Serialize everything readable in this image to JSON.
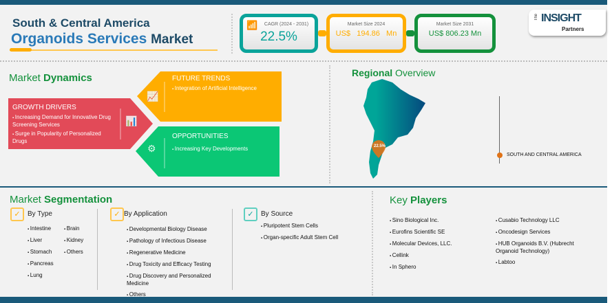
{
  "header": {
    "title_line1": "South & Central America",
    "title_highlight": "Organoids Services",
    "title_rest": "Market"
  },
  "kpis": [
    {
      "label": "CAGR (2024 - 2031)",
      "value": "22.5%",
      "color": "#0aa39a",
      "icon": "growth-chart-icon"
    },
    {
      "label": "Market Size 2024",
      "value": "US$   194.86   Mn",
      "color": "#ffad00"
    },
    {
      "label": "Market Size 2031",
      "value": "US$ 806.23 Mn",
      "color": "#14913c"
    }
  ],
  "logo": {
    "the": "The",
    "insight": "INSIGHT",
    "partners": "Partners"
  },
  "dynamics": {
    "heading_light": "Market",
    "heading_bold": "Dynamics",
    "future_trends": {
      "title": "FUTURE TRENDS",
      "items": [
        "Integration of Artificial Intelligence"
      ],
      "color": "#ffad00"
    },
    "growth_drivers": {
      "title": "GROWTH DRIVERS",
      "items": [
        "Increasing Demand for Innovative Drug Screening Services",
        "Surge in Popularity of Personalized Drugs"
      ],
      "color": "#e24a58"
    },
    "opportunities": {
      "title": "OPPORTUNITIES",
      "items": [
        "Increasing Key Developments"
      ],
      "color": "#0bc775"
    }
  },
  "regional": {
    "heading_bold": "Regional",
    "heading_light": "Overview",
    "pin_value": "22.5%",
    "legend": "SOUTH AND CENTRAL AMERICA"
  },
  "segmentation": {
    "heading_light": "Market",
    "heading_bold": "Segmentation",
    "by_type": {
      "title": "By Type",
      "col1": [
        "Intestine",
        "Liver",
        "Stomach",
        "Pancreas",
        "Lung"
      ],
      "col2": [
        "Brain",
        "Kidney",
        "Others"
      ]
    },
    "by_application": {
      "title": "By Application",
      "items": [
        "Developmental Biology Disease",
        "Pathology of Infectious Disease",
        "Regenerative Medicine",
        "Drug Toxicity and Efficacy Testing",
        "Drug Discovery and Personalized Medicine",
        "Others"
      ]
    },
    "by_source": {
      "title": "By  Source",
      "items": [
        "Pluripotent Stem Cells",
        "Organ-specific Adult Stem Cell"
      ]
    }
  },
  "key_players": {
    "heading_light": "Key",
    "heading_bold": "Players",
    "col1": [
      "Sino Biological Inc.",
      "Eurofins Scientific SE",
      "Molecular Devices, LLC.",
      "Cellink",
      "In Sphero"
    ],
    "col2": [
      "Cusabio Technology LLC",
      "Oncodesign Services",
      "HUB Organoids B.V. (Hubrecht Organoid Technology)",
      "Labtoo"
    ]
  }
}
